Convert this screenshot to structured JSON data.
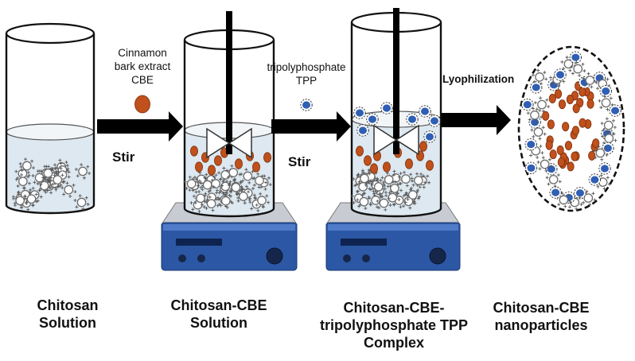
{
  "steps": [
    {
      "label_lines": [
        "Chitosan",
        "Solution"
      ]
    },
    {
      "label_lines": [
        "Chitosan-CBE",
        "Solution"
      ]
    },
    {
      "label_lines": [
        "Chitosan-CBE-",
        "tripolyphosphate TPP",
        "Complex"
      ]
    },
    {
      "label_lines": [
        "Chitosan-CBE",
        "nanoparticles"
      ]
    }
  ],
  "reagents": {
    "cbe": {
      "lines": [
        "Cinnamon",
        "bark extract",
        "CBE"
      ],
      "color": "#c0501c"
    },
    "tpp": {
      "lines": [
        "tripolyphosphate",
        "TPP"
      ],
      "color": "#2f5fb5"
    }
  },
  "actions": {
    "stir": "Stir",
    "lyophilization": "Lyophilization"
  },
  "colors": {
    "arrow": "#000000",
    "liquid": "#dde8f0",
    "stirrer_body": "#2c57a4",
    "stirrer_top": "#c8ccd2",
    "chitosan_particle": "#6b6b6b"
  }
}
